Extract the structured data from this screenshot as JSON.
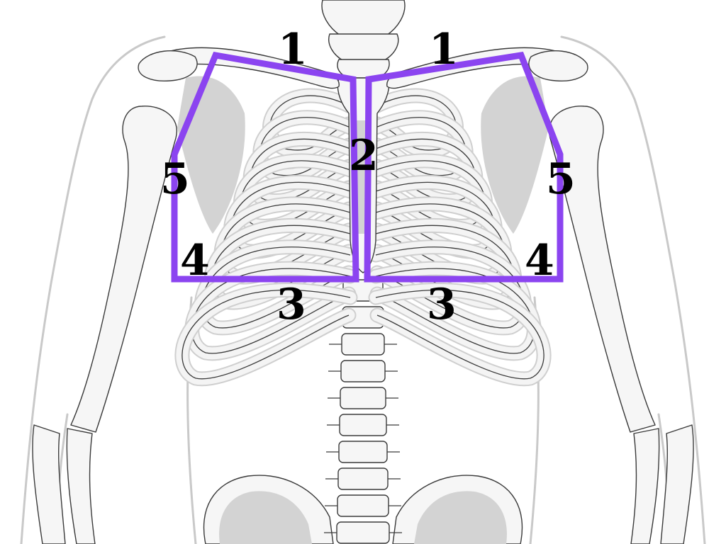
{
  "diagram": {
    "region_color": "#8b44f0",
    "labels": [
      {
        "text": "1",
        "side": "right"
      },
      {
        "text": "1",
        "side": "left"
      },
      {
        "text": "2",
        "side": "midline"
      },
      {
        "text": "3",
        "side": "right"
      },
      {
        "text": "3",
        "side": "left"
      },
      {
        "text": "4",
        "side": "right"
      },
      {
        "text": "4",
        "side": "left"
      },
      {
        "text": "5",
        "side": "right"
      },
      {
        "text": "5",
        "side": "left"
      }
    ]
  }
}
